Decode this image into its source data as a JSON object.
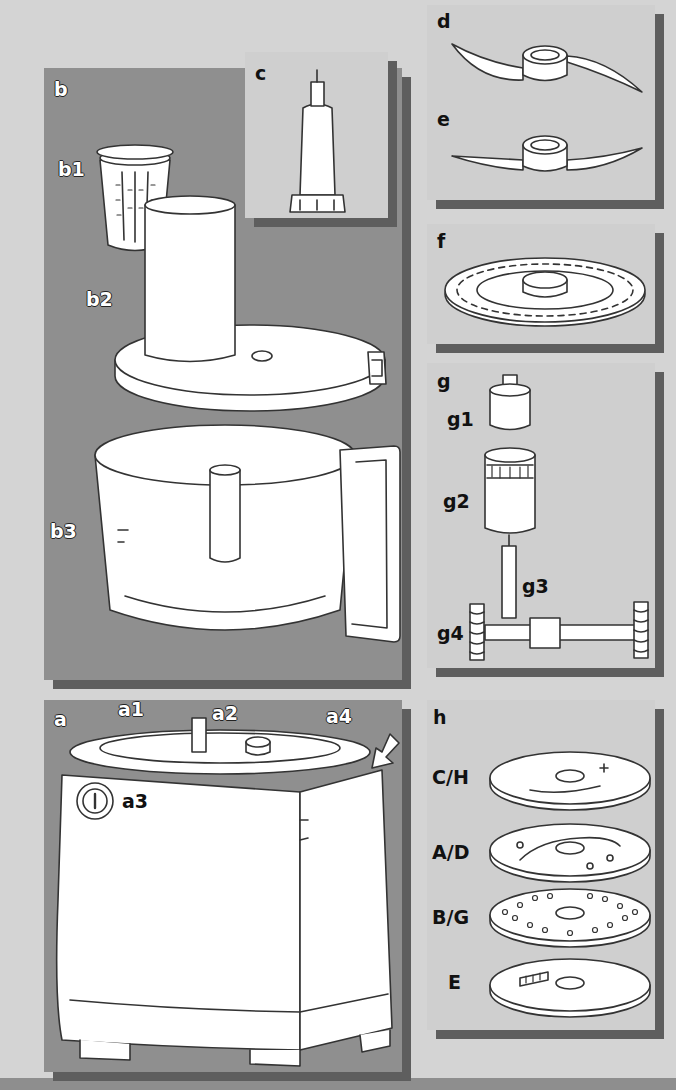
{
  "diagram": {
    "nodes": [
      {
        "text": [
          "b",
          "b1",
          "b2",
          "b3"
        ]
      },
      {
        "text": [
          "c"
        ]
      },
      {
        "text": [
          "d",
          "e"
        ]
      },
      {
        "text": [
          "f"
        ]
      },
      {
        "text": [
          "g",
          "g1",
          "g2",
          "g3",
          "g4"
        ]
      },
      {
        "text": [
          "a",
          "a1",
          "a2",
          "a3",
          "a4"
        ]
      },
      {
        "text": [
          "h",
          "C/H",
          "A/D",
          "B/G",
          "E"
        ]
      }
    ]
  }
}
